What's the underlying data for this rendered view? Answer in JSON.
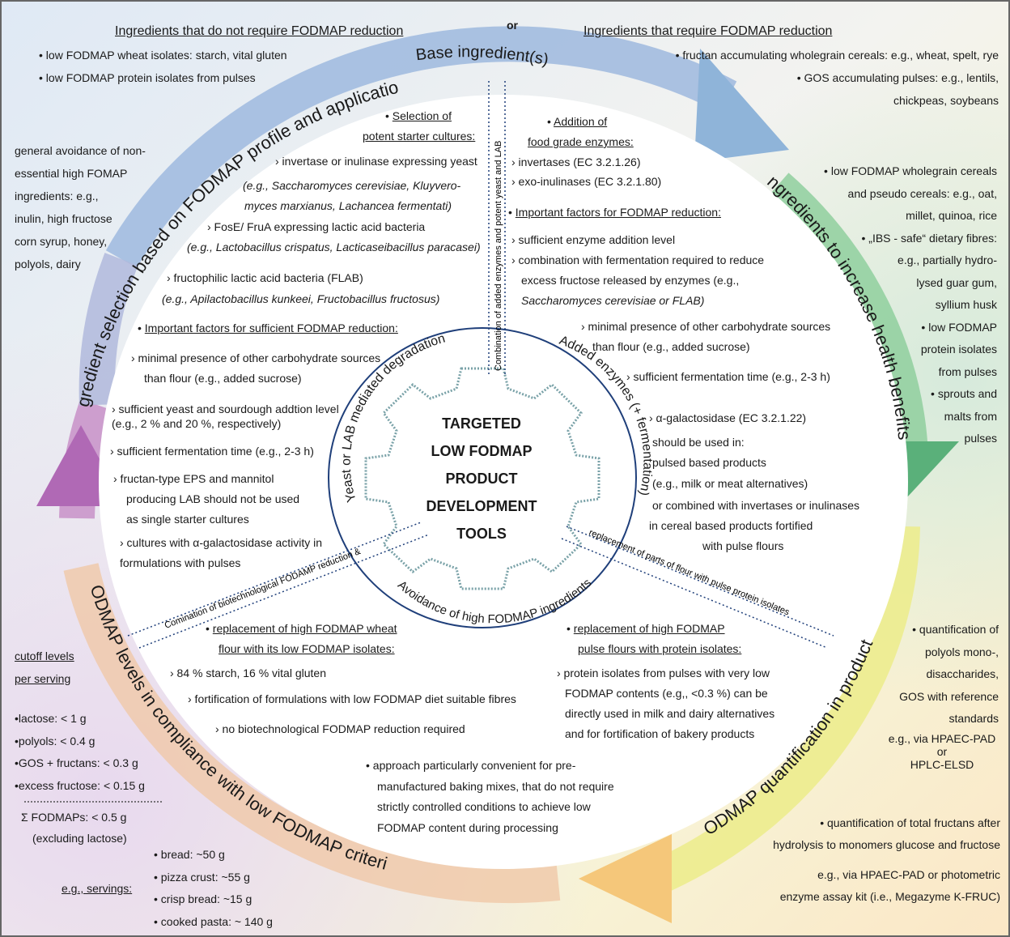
{
  "header": {
    "left_title": "Ingredients that do not require FODMAP reduction",
    "or_label": "or",
    "right_title": "Ingredients that require FODMAP reduction"
  },
  "arcs": {
    "top": "Base ingredient(s)",
    "left": "Ingredient selection based on FODMAP profile and application:",
    "right": "Ingredients to increase health benefits",
    "bottom_right": "FODMAP quantification in products",
    "bottom_left": "FODMAP levels in compliance with low FODMAP criteria"
  },
  "gear": {
    "title_lines": [
      "TARGETED",
      "LOW FODMAP",
      "PRODUCT",
      "DEVELOPMENT",
      "TOOLS"
    ],
    "ring_left": "Yeast or LAB mediated degradation",
    "ring_right": "Added enzymes (+ fermentation)",
    "ring_bottom": "Avoidance of high FODMAP ingredients"
  },
  "dividers": {
    "vertical": "Combination of added enzymes and potent yeast and LAB",
    "left_diagonal": "Comination of biotechnological FODAMP reduction &",
    "right_diagonal": "replacement of parts of flour with pulse protein isolates"
  },
  "top_left_list": [
    "•  low FODMAP wheat isolates: starch, vital gluten",
    "•  low FODMAP protein isolates from pulses"
  ],
  "top_right_list": [
    "•  fructan accumulating wholegrain cereals: e.g., wheat, spelt, rye",
    "•  GOS accumulating pulses: e.g., lentils,",
    "chickpeas, soybeans"
  ],
  "left_margin": [
    "general avoidance of non-",
    "essential high FOMAP",
    "ingredients: e.g.,",
    "inulin, high fructose",
    "corn syrup, honey,",
    "polyols, dairy"
  ],
  "right_margin": [
    "•  low FODMAP wholegrain cereals",
    "and pseudo cereals: e.g., oat,",
    "millet, quinoa, rice",
    "•  „IBS - safe“ dietary fibres:",
    "e.g., partially hydro-",
    "lysed guar gum,",
    "syllium husk",
    "•  low FODMAP",
    "protein isolates",
    "from pulses",
    "•  sprouts and",
    "malts from",
    "pulses"
  ],
  "yeast_section": {
    "heading1": "Selection of",
    "heading2": "potent starter cultures:",
    "items": [
      "›  invertase or inulinase expressing yeast",
      "(e.g., Saccharomyces cerevisiae, Kluyvero-",
      "myces marxianus, Lachancea fermentati)",
      "›  FosE/ FruA expressing lactic acid bacteria",
      "(e.g., Lactobacillus crispatus, Lacticaseibacillus paracasei)",
      "›  fructophilic lactic acid bacteria (FLAB)",
      "(e.g., Apilactobacillus kunkeei, Fructobacillus fructosus)"
    ],
    "factors_heading": "Important factors for sufficient FODMAP reduction:",
    "factors": [
      "›  minimal presence of other carbohydrate sources",
      "than flour (e.g., added sucrose)",
      "›  sufficient yeast and sourdough addtion level",
      "(e.g., 2 % and 20 %, respectively)",
      "›  sufficient fermentation time (e.g., 2-3 h)",
      "›  fructan-type EPS  and mannitol",
      "producing LAB should not be used",
      "as single starter cultures",
      "›  cultures with α-galactosidase activity in",
      "formulations with pulses"
    ]
  },
  "enzyme_section": {
    "heading1": "Addition of",
    "heading2": "food grade enzymes:",
    "items": [
      "›  invertases (EC 3.2.1.26)",
      "›  exo-inulinases (EC 3.2.1.80)"
    ],
    "factors_heading": "Important factors for FODMAP reduction:",
    "factors": [
      "›  sufficient enzyme addition level",
      "›  combination with fermentation required to reduce",
      "excess fructose released by enzymes (e.g.,",
      "Saccharomyces cerevisiae or FLAB)"
    ],
    "factors2": [
      "›  minimal presence of other carbohydrate sources",
      "than flour (e.g., added sucrose)",
      "›  sufficient fermentation time (e.g., 2-3 h)"
    ],
    "galacto": [
      "›  α-galactosidase (EC 3.2.1.22)",
      "should be used in:",
      "pulsed based products",
      "(e.g., milk or meat alternatives)",
      "or combined with invertases or inulinases",
      "in cereal based products fortified",
      "with pulse flours"
    ]
  },
  "wheat_section": {
    "heading1": "replacement of high FODMAP wheat",
    "heading2": "flour with its low FODMAP isolates:",
    "items": [
      "›  84 % starch, 16 % vital gluten",
      "›  fortification of formulations with low FODMAP diet suitable fibres",
      "›  no biotechnological FODMAP reduction required"
    ]
  },
  "pulse_section": {
    "heading1": "replacement of high FODMAP",
    "heading2": "pulse flours with protein isolates:",
    "items": [
      "›  protein isolates from pulses with very low",
      "FODMAP contents (e.g,, <0.3 %) can be",
      "directly used in milk and dairy alternatives",
      "and for fortification of bakery products"
    ]
  },
  "approach_note": [
    "•  approach particularly convenient for pre-",
    "manufactured baking mixes, that do not require",
    "strictly controlled conditions to achieve low",
    "FODMAP content during processing"
  ],
  "cutoff": {
    "heading1": "cutoff levels",
    "heading2": "per serving",
    "items": [
      "•lactose: < 1 g",
      "•polyols: < 0.4 g",
      "•GOS + fructans: < 0.3 g",
      "•excess fructose: < 0.15 g"
    ],
    "sum1": "Σ FODMAPs: < 0.5 g",
    "sum2": "(excluding lactose)",
    "servings_label": "e.g., servings:",
    "servings": [
      "•  bread: ~50 g",
      "•  pizza crust: ~55 g",
      "•  crisp bread: ~15 g",
      "•  cooked pasta: ~ 140 g"
    ]
  },
  "quant_right": [
    "•  quantification of",
    "polyols mono-,",
    "disaccharides,",
    "GOS with reference",
    "standards",
    "e.g., via HPAEC-PAD",
    "or",
    "HPLC-ELSD"
  ],
  "quant_bottom": [
    "•  quantification of total fructans after",
    "hydrolysis to monomers glucose and fructose",
    "e.g., via  HPAEC-PAD or photometric",
    "enzyme assay kit (i.e., Megazyme K-FRUC)"
  ]
}
